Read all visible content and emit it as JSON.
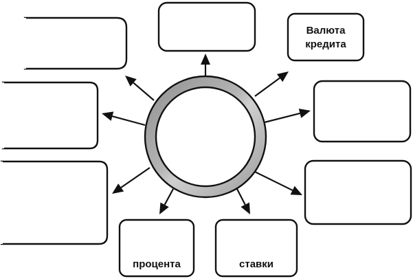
{
  "diagram": {
    "center": {
      "label": ""
    },
    "boxes": {
      "top_center": {
        "lines": []
      },
      "top_right": {
        "lines": [
          "Валюта",
          "кредита"
        ]
      },
      "top_left": {
        "lines": []
      },
      "middle_left": {
        "lines": []
      },
      "lower_left": {
        "lines": []
      },
      "middle_right": {
        "lines": []
      },
      "lower_right": {
        "lines": []
      },
      "bottom_left": {
        "lines": [
          "процента"
        ]
      },
      "bottom_right": {
        "lines": [
          "ставки"
        ]
      }
    },
    "colors": {
      "ring": "#a9a9a9",
      "ring_highlight": "#d6d6d6",
      "stroke": "#111111",
      "background": "#ffffff"
    }
  }
}
